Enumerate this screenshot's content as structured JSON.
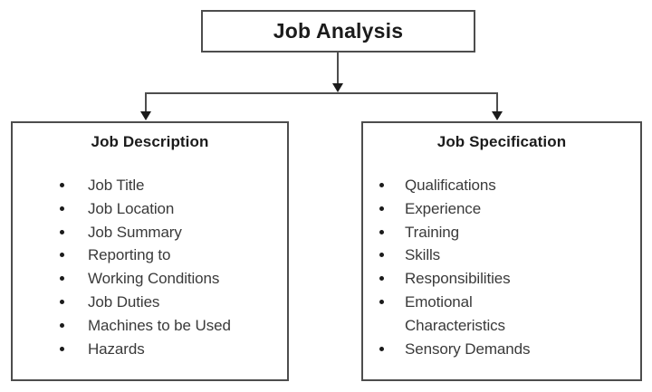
{
  "diagram": {
    "root": {
      "label": "Job Analysis"
    },
    "branches": [
      {
        "id": "job-description",
        "title": "Job Description",
        "items": [
          "Job Title",
          "Job Location",
          "Job Summary",
          "Reporting to",
          "Working Conditions",
          "Job Duties",
          "Machines to be Used",
          "Hazards"
        ]
      },
      {
        "id": "job-specification",
        "title": "Job Specification",
        "items": [
          "Qualifications",
          "Experience",
          "Training",
          "Skills",
          "Responsibilities",
          "Emotional Characteristics",
          "Sensory Demands"
        ]
      }
    ],
    "colors": {
      "background": "#ffffff",
      "border": "#4d4d4d",
      "title_text": "#1b1b1b",
      "body_text": "#3a3a3a",
      "bullet": "#1b1b1b",
      "connector": "#4d4d4d"
    }
  }
}
